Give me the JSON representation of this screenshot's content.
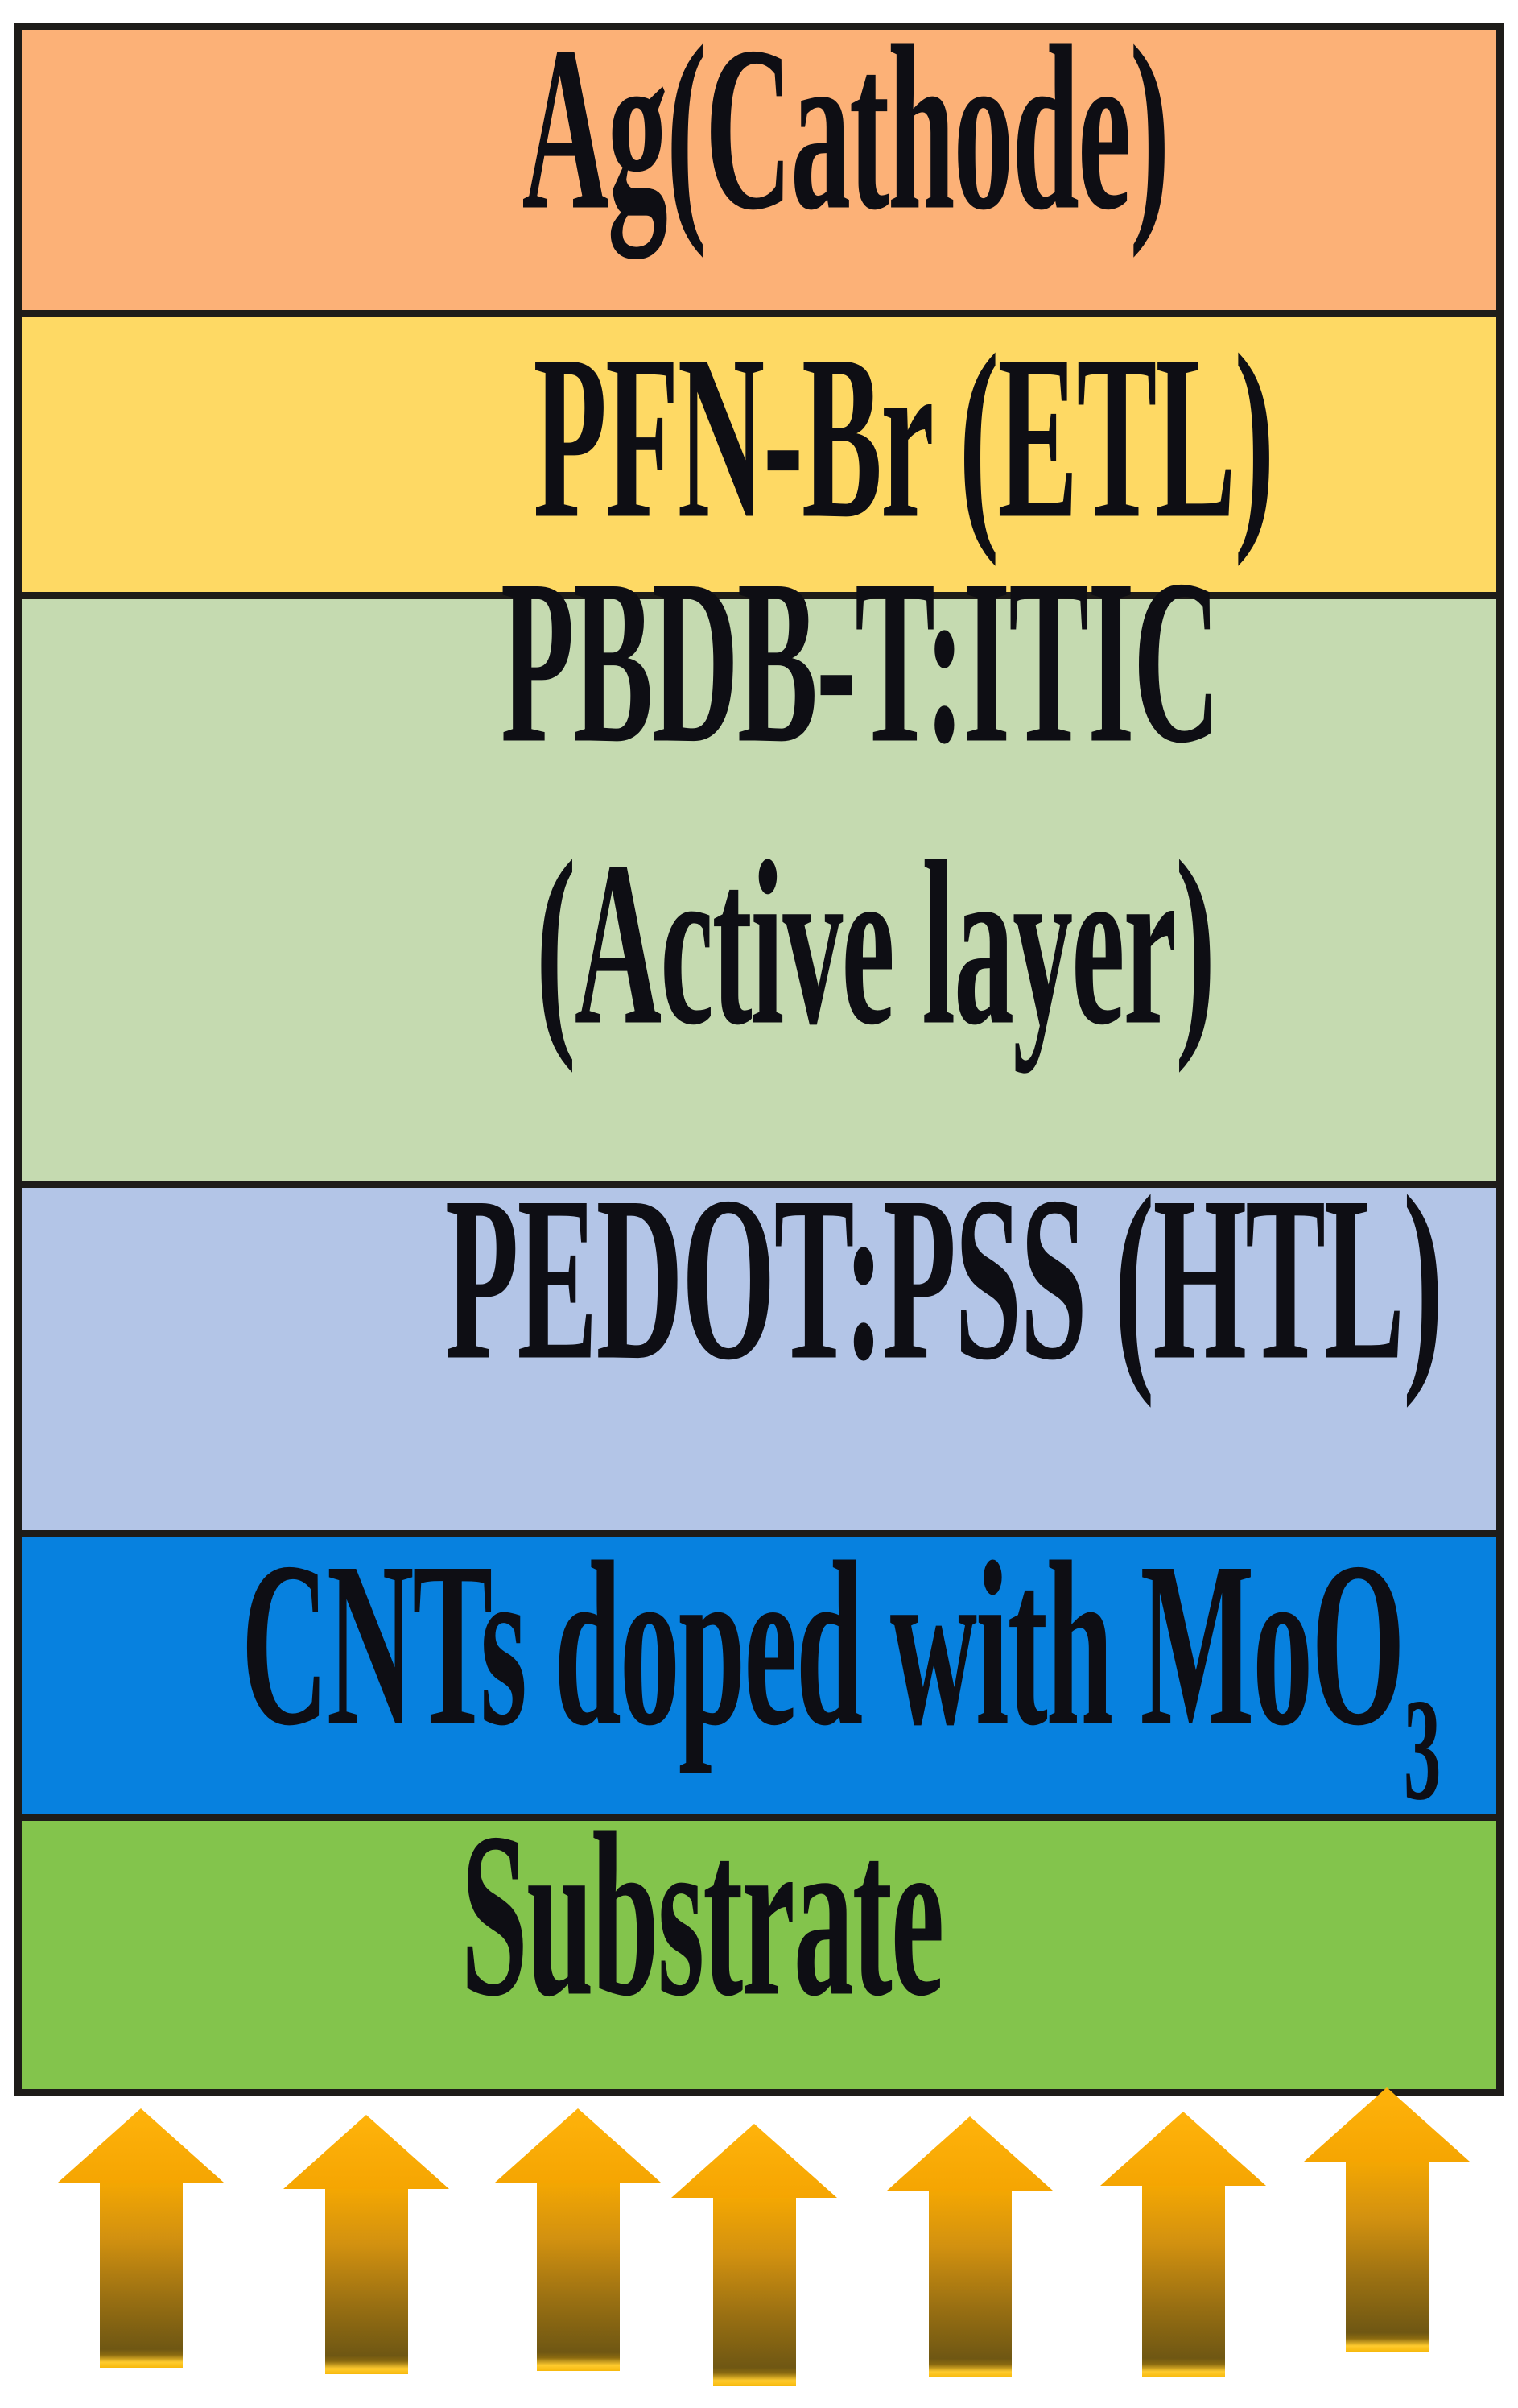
{
  "figure": {
    "title": "Organic solar cell device structure stack",
    "type": "layer-stack-diagram",
    "background_color": "#FFFFFF",
    "border_color": "#1E1C19",
    "text_color": "#0E0E14",
    "layers": [
      {
        "name": "cathode",
        "label": "Ag(Cathode)",
        "color": "#FCB177"
      },
      {
        "name": "etl",
        "label": "PFN-Br (ETL)",
        "color": "#FED964"
      },
      {
        "name": "active-layer",
        "label_line1": "PBDB-T:ITIC",
        "label_line2": "(Active layer)",
        "color": "#C5DAB0"
      },
      {
        "name": "htl",
        "label": "PEDOT:PSS (HTL)",
        "color": "#B3C5E7"
      },
      {
        "name": "cnt-layer",
        "label_main": "CNTs doped with MoO",
        "label_subscript": "3",
        "color": "#0781DF"
      },
      {
        "name": "substrate",
        "label": "Substrate",
        "color": "#83C44C"
      }
    ],
    "light_arrows": {
      "count": 7,
      "direction": "up",
      "meaning": "incident light entering through substrate",
      "head_color": "#FFB30B",
      "shaft_top_color": "#F4A702",
      "shaft_bottom_color": "#6F5713",
      "shaft_tip_highlight": "#FFCB2E"
    }
  }
}
